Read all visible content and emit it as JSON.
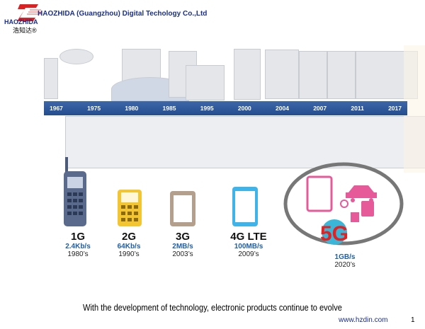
{
  "header": {
    "logo_text": "HAOZHIDA",
    "logo_cn": "浩知达®",
    "company": "HAOZHIDA (Guangzhou) Digital Techology Co.,Ltd"
  },
  "timeline": {
    "years": [
      "1967",
      "1975",
      "1980",
      "1985",
      "1995",
      "2000",
      "2004",
      "2007",
      "2011",
      "2017"
    ]
  },
  "generations": [
    {
      "name": "1G",
      "speed": "2.4Kb/s",
      "era": "1980’s"
    },
    {
      "name": "2G",
      "speed": "64Kb/s",
      "era": "1990’s"
    },
    {
      "name": "3G",
      "speed": "2MB/s",
      "era": "2003’s"
    },
    {
      "name": "4G LTE",
      "speed": "100MB/s",
      "era": "2009’s"
    },
    {
      "name": "5G",
      "speed": "1GB/s",
      "era": "2020’s"
    }
  ],
  "footer": {
    "caption": "With the development of technology, electronic products continue to evolve",
    "website": "www.hzdin.com",
    "page": "1"
  }
}
